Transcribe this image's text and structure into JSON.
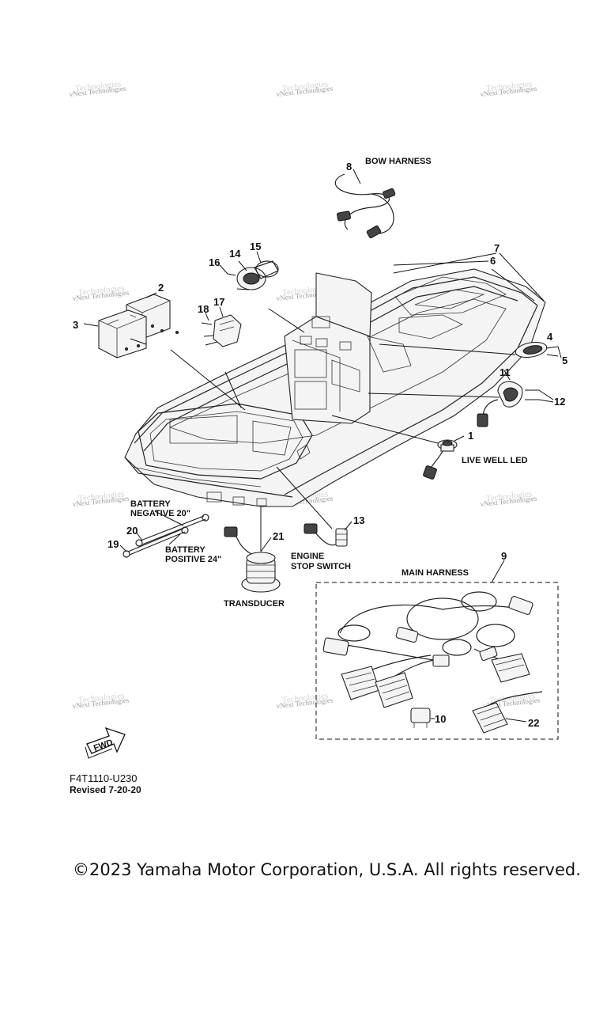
{
  "diagram": {
    "callouts": {
      "c1": "1",
      "c2": "2",
      "c3": "3",
      "c4": "4",
      "c5": "5",
      "c6": "6",
      "c7": "7",
      "c8": "8",
      "c9": "9",
      "c10": "10",
      "c11": "11",
      "c12": "12",
      "c13": "13",
      "c14": "14",
      "c15": "15",
      "c16": "16",
      "c17": "17",
      "c18": "18",
      "c19": "19",
      "c20": "20",
      "c21": "21",
      "c22": "22"
    },
    "captions": {
      "bow_harness": "BOW HARNESS",
      "live_well_led": "LIVE WELL LED",
      "battery_negative_1": "BATTERY",
      "battery_negative_2": "NEGATIVE 20\"",
      "battery_positive_1": "BATTERY",
      "battery_positive_2": "POSITIVE 24\"",
      "engine_stop_1": "ENGINE",
      "engine_stop_2": "STOP SWITCH",
      "transducer": "TRANSDUCER",
      "main_harness": "MAIN HARNESS"
    },
    "fwd_label": "FWD",
    "watermark": {
      "line1": "vNext Technologies",
      "line2": "Technologies"
    }
  },
  "footer": {
    "code": "F4T1110-U230",
    "revised": "Revised 7-20-20",
    "copyright": "©2023 Yamaha Motor Corporation, U.S.A. All rights reserved."
  }
}
